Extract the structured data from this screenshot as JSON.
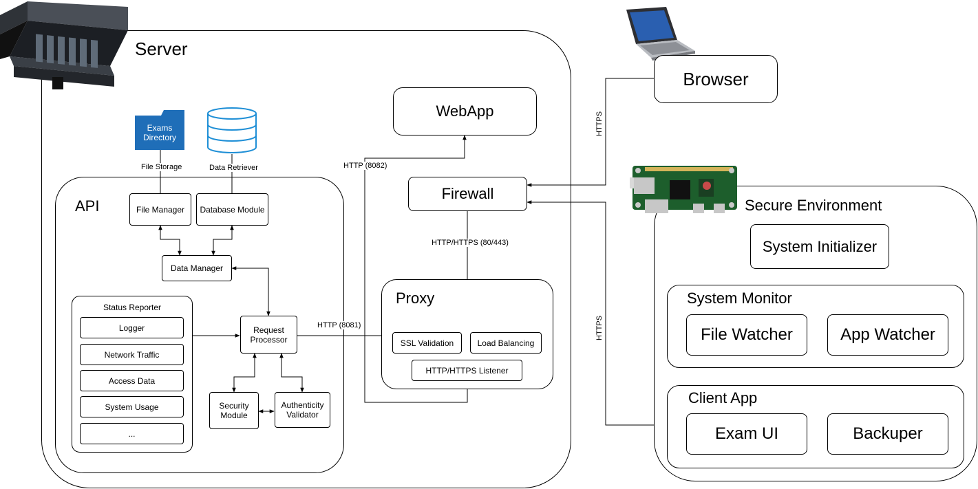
{
  "server": {
    "title": "Server"
  },
  "webapp": {
    "label": "WebApp"
  },
  "firewall": {
    "label": "Firewall"
  },
  "browser": {
    "label": "Browser"
  },
  "api": {
    "title": "API",
    "file_manager": "File Manager",
    "database_module": "Database Module",
    "data_manager": "Data Manager",
    "request_processor": "Request Processor",
    "security_module": "Security Module",
    "authenticity_validator": "Authenticity Validator",
    "status_reporter": {
      "title": "Status Reporter",
      "items": [
        "Logger",
        "Network Traffic",
        "Access Data",
        "System Usage",
        "..."
      ]
    }
  },
  "exams_directory": {
    "label": "Exams Directory"
  },
  "proxy": {
    "title": "Proxy",
    "ssl_validation": "SSL Validation",
    "load_balancing": "Load Balancing",
    "listener": "HTTP/HTTPS Listener"
  },
  "secure_env": {
    "title": "Secure Environment",
    "system_initializer": "System Initializer",
    "system_monitor": {
      "title": "System Monitor",
      "file_watcher": "File Watcher",
      "app_watcher": "App Watcher"
    },
    "client_app": {
      "title": "Client App",
      "exam_ui": "Exam UI",
      "backuper": "Backuper"
    }
  },
  "edges": {
    "file_storage": "File Storage",
    "data_retriever": "Data Retriever",
    "http_8082": "HTTP (8082)",
    "http_8081": "HTTP (8081)",
    "http_https_80_443": "HTTP/HTTPS (80/443)",
    "https_browser": "HTTPS",
    "https_secure": "HTTPS"
  },
  "colors": {
    "folder": "#1f6eb8",
    "database": "#1f8fd6",
    "line": "#000000"
  },
  "icons": [
    "server-rack-icon",
    "laptop-icon",
    "raspberry-pi-board-icon",
    "folder-icon",
    "database-icon"
  ]
}
